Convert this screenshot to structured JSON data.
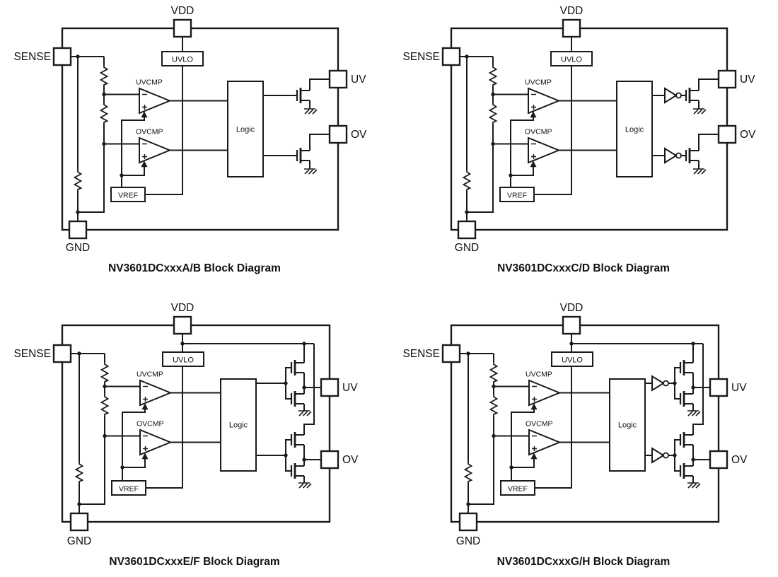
{
  "figure": {
    "background": "#ffffff",
    "line_color": "#1a1a1a"
  },
  "labels": {
    "vdd": "VDD",
    "sense": "SENSE",
    "gnd": "GND",
    "uv": "UV",
    "ov": "OV",
    "uvlo": "UVLO",
    "vref": "VREF",
    "logic": "Logic",
    "uvcmp": "UVCMP",
    "ovcmp": "OVCMP"
  },
  "symbols": {
    "comparator": "right-pointing triangle with - and + inputs",
    "inverter": "triangle with bubble",
    "transistor": "n-channel mosfet",
    "resistor": "zigzag",
    "ground": "earth ground with slashes",
    "junction": "dot",
    "pin": "square on chip outline",
    "vref_feed": "filled up arrow"
  },
  "diagrams": [
    {
      "id": "ab",
      "caption": "NV3601DCxxxA/B Block Diagram",
      "variant": {
        "output_inverters": false,
        "push_pull_outputs": false
      }
    },
    {
      "id": "cd",
      "caption": "NV3601DCxxxC/D Block Diagram",
      "variant": {
        "output_inverters": true,
        "push_pull_outputs": false
      }
    },
    {
      "id": "ef",
      "caption": "NV3601DCxxxE/F Block Diagram",
      "variant": {
        "output_inverters": false,
        "push_pull_outputs": true
      }
    },
    {
      "id": "gh",
      "caption": "NV3601DCxxxG/H Block Diagram",
      "variant": {
        "output_inverters": true,
        "push_pull_outputs": true
      }
    }
  ]
}
